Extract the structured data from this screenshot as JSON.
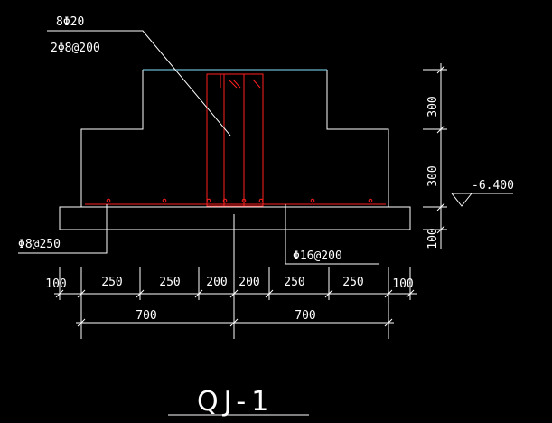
{
  "labels": {
    "top_bars": "8Φ20",
    "stirrups": "2Φ8@200",
    "left_bars": "Φ8@250",
    "bottom_bars": "Φ16@200",
    "elevation": "-6.400",
    "title": "QJ-1"
  },
  "dims_vertical": [
    "300",
    "300",
    "100"
  ],
  "dims_horizontal": [
    "100",
    "250",
    "250",
    "200",
    "200",
    "250",
    "250",
    "100"
  ],
  "dims_total": [
    "700",
    "700"
  ],
  "colors": {
    "outline": "#ffffff",
    "rebar": "#ff2020",
    "top_edge": "#7fe3ff"
  }
}
